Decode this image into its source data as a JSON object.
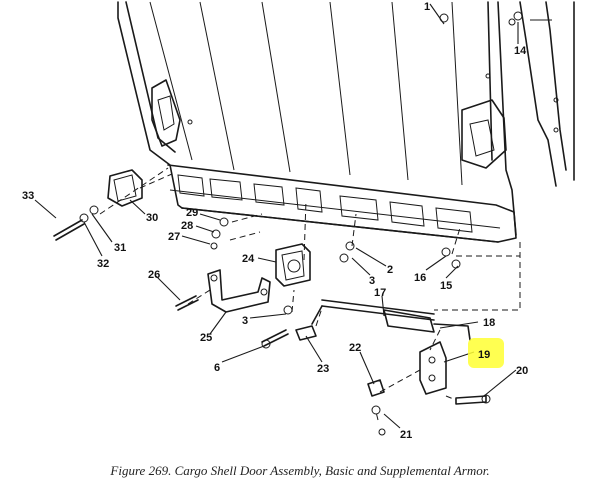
{
  "figure": {
    "caption": "Figure 269.  Cargo Shell Door Assembly, Basic and Supplemental Armor.",
    "highlighted_callout": "19"
  },
  "callouts": {
    "c1": "1",
    "c2": "2",
    "c3a": "3",
    "c3b": "3",
    "c6": "6",
    "c14": "14",
    "c15": "15",
    "c16": "16",
    "c17": "17",
    "c18": "18",
    "c19": "19",
    "c20": "20",
    "c21": "21",
    "c22": "22",
    "c23": "23",
    "c24": "24",
    "c25": "25",
    "c26": "26",
    "c27": "27",
    "c28": "28",
    "c29": "29",
    "c30": "30",
    "c31": "31",
    "c32": "32",
    "c33": "33"
  },
  "colors": {
    "highlight": "#ffff33",
    "ink": "#1a1a1a"
  }
}
